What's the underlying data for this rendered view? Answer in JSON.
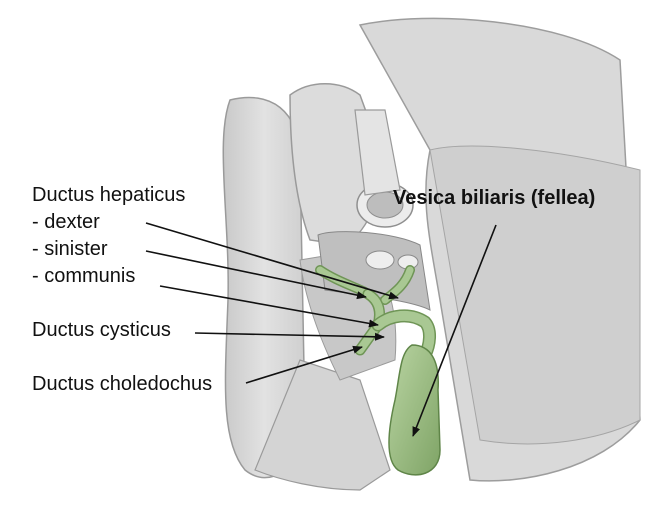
{
  "labels": {
    "hepatic_title": "Ductus hepaticus",
    "dexter": "- dexter",
    "sinister": "- sinister",
    "communis": "- communis",
    "cysticus": "Ductus cysticus",
    "choledochus": "Ductus choledochus",
    "vesica": "Vesica biliaris (fellea)"
  },
  "colors": {
    "tissue": "#d6d6d6",
    "tissue_light": "#e6e6e6",
    "tissue_dark": "#a9a9a9",
    "bile": "#9fbf86",
    "bile_dark": "#6f9556",
    "arrow": "#111111"
  }
}
